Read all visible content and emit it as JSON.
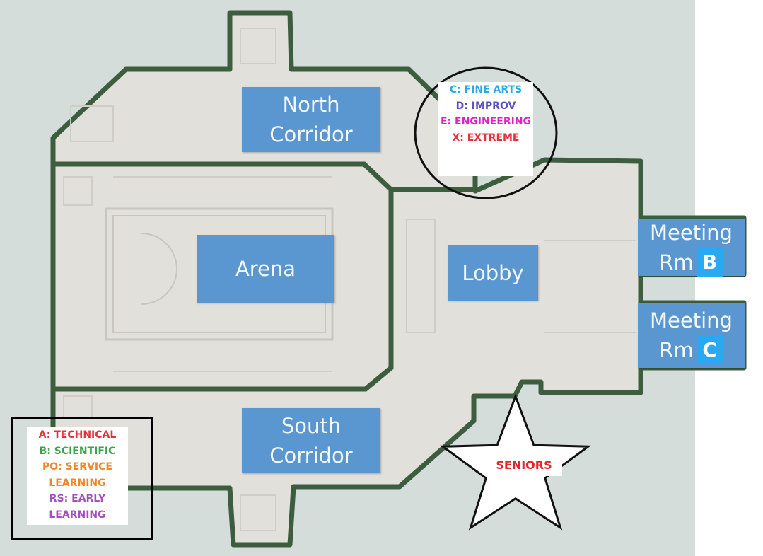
{
  "rooms": {
    "north": [
      "North",
      "Corridor"
    ],
    "south": [
      "South",
      "Corridor"
    ],
    "arena": "Arena",
    "lobby": "Lobby",
    "meeting_b": {
      "line1": "Meeting",
      "line2": "Rm",
      "badge": "B"
    },
    "meeting_c": {
      "line1": "Meeting",
      "line2": "Rm",
      "badge": "C"
    }
  },
  "legend_top": [
    {
      "text": "C: FINE ARTS",
      "color": "#29a9e6"
    },
    {
      "text": "D: IMPROV",
      "color": "#5b4fc4"
    },
    {
      "text": "E: ENGINEERING",
      "color": "#e022c8"
    },
    {
      "text": "X: EXTREME",
      "color": "#e8303a"
    }
  ],
  "legend_bottom": [
    {
      "text": "A: TECHNICAL",
      "color": "#e8303a"
    },
    {
      "text": "B: SCIENTIFIC",
      "color": "#3ba34a"
    },
    {
      "text": "PO: SERVICE",
      "color": "#f3862a"
    },
    {
      "text": "LEARNING",
      "color": "#f3862a"
    },
    {
      "text": "RS: EARLY",
      "color": "#a54ec0"
    },
    {
      "text": "LEARNING",
      "color": "#a54ec0"
    }
  ],
  "seniors": "SENIORS",
  "colors": {
    "background": "#d4ddda",
    "building_fill": "#e2e0da",
    "wall": "#3d5d3f",
    "room": "#5a96d0",
    "badge": "#2aa8f2"
  }
}
